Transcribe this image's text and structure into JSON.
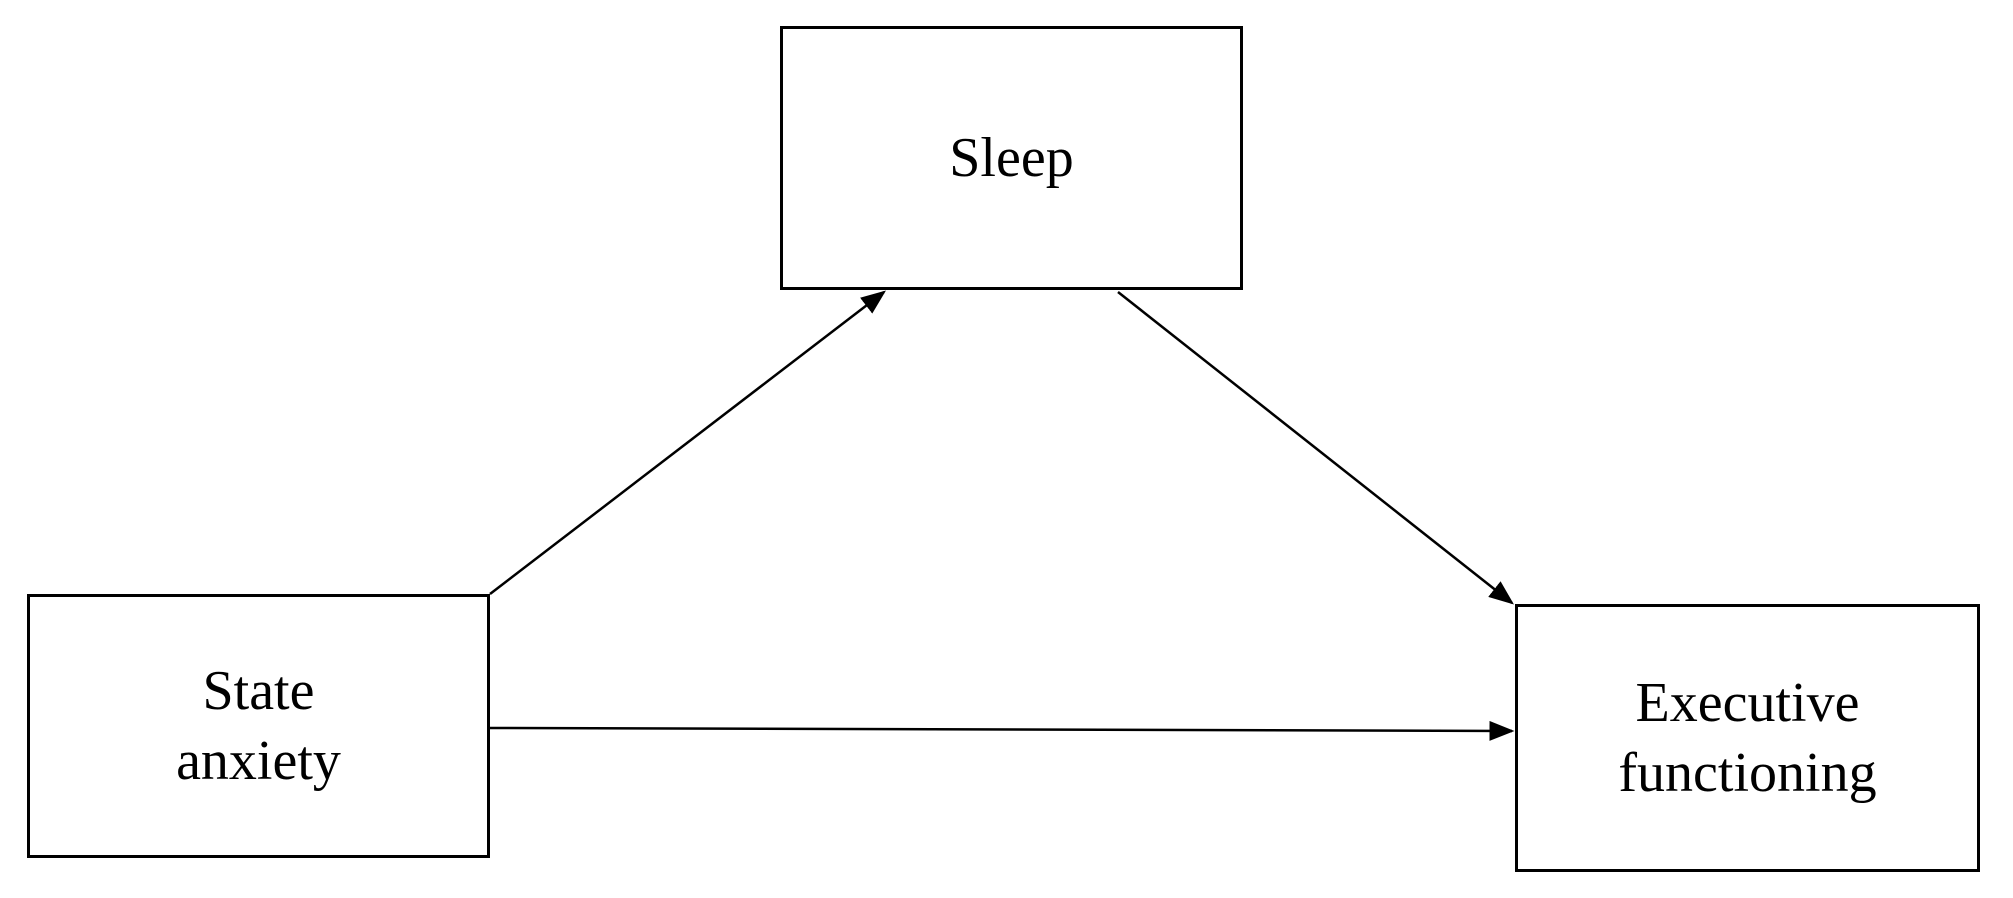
{
  "diagram": {
    "type": "mediation-path-model",
    "nodes": {
      "sleep": {
        "label": "Sleep",
        "line1": "Sleep"
      },
      "state_anxiety": {
        "label": "State anxiety",
        "line1": "State",
        "line2": "anxiety"
      },
      "executive_functioning": {
        "label": "Executive functioning",
        "line1": "Executive",
        "line2": "functioning"
      }
    },
    "edges": [
      {
        "from": "State anxiety",
        "to": "Sleep",
        "style": "solid",
        "arrowhead": "filled-triangle"
      },
      {
        "from": "Sleep",
        "to": "Executive functioning",
        "style": "solid",
        "arrowhead": "filled-triangle"
      },
      {
        "from": "State anxiety",
        "to": "Executive functioning",
        "style": "solid",
        "arrowhead": "filled-triangle"
      }
    ],
    "colors": {
      "background": "#ffffff",
      "stroke": "#000000",
      "text": "#000000"
    }
  }
}
